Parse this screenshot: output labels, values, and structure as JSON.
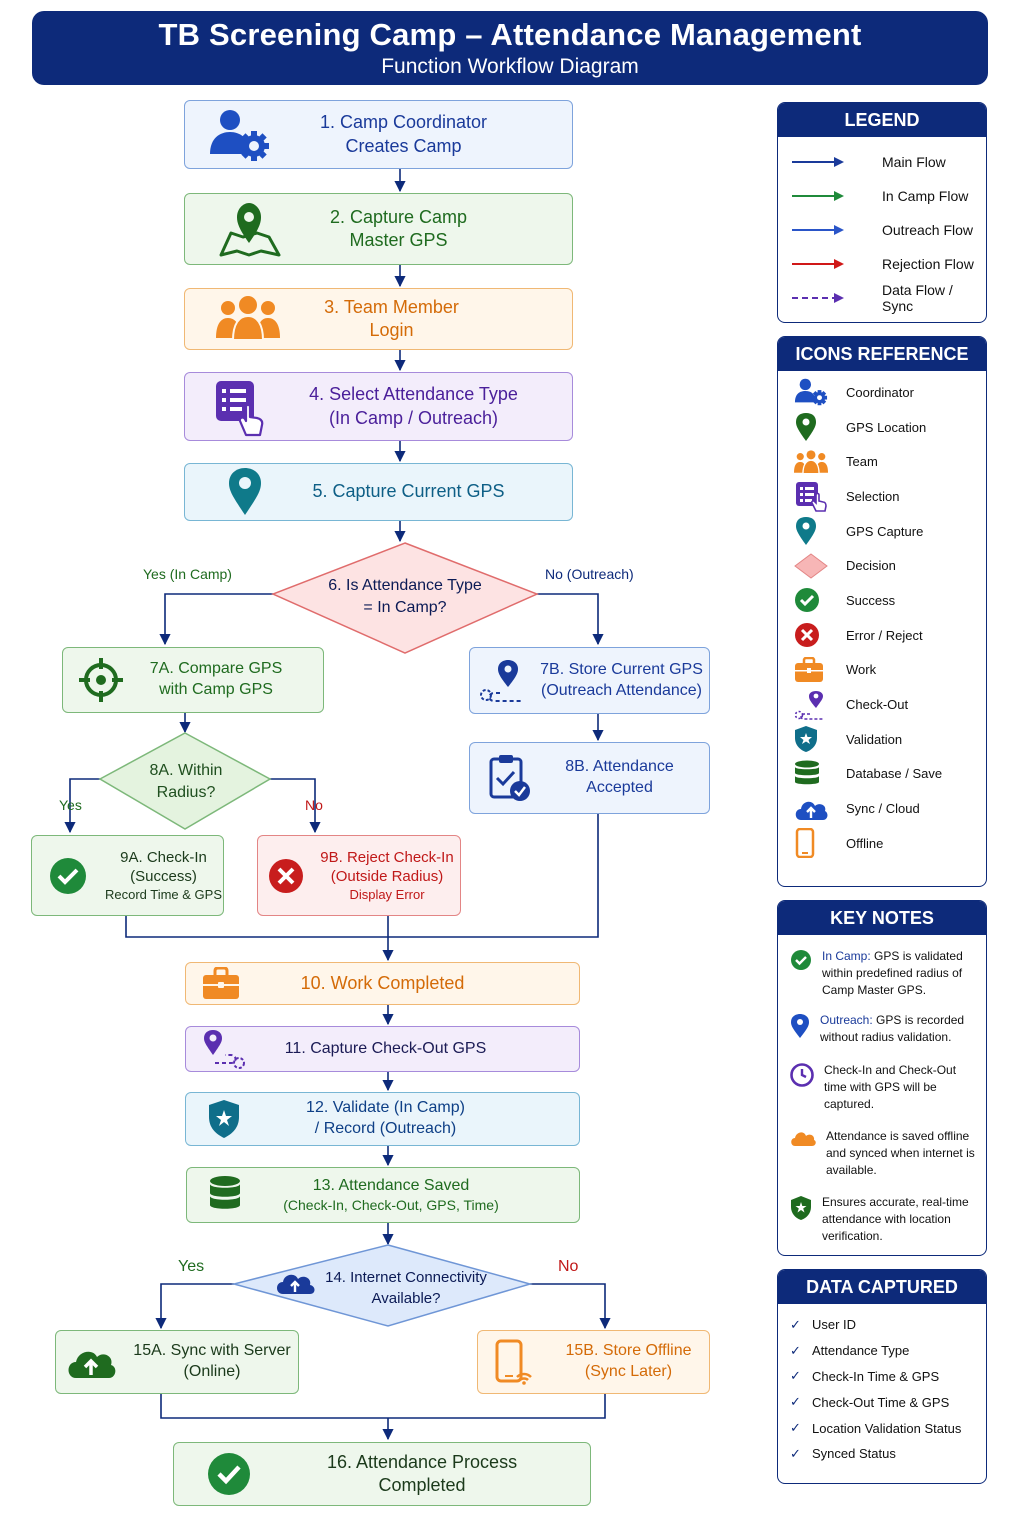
{
  "header": {
    "title": "TB Screening Camp – Attendance Management",
    "subtitle": "Function Workflow Diagram"
  },
  "steps": {
    "s1": [
      "1. Camp Coordinator",
      "Creates Camp"
    ],
    "s2": [
      "2. Capture Camp",
      "Master GPS"
    ],
    "s3": [
      "3. Team Member",
      "Login"
    ],
    "s4": [
      "4. Select Attendance Type",
      "(In Camp / Outreach)"
    ],
    "s5": [
      "5. Capture Current GPS"
    ],
    "s6": [
      "6. Is Attendance Type",
      "= In Camp?"
    ],
    "s7a": [
      "7A. Compare GPS",
      "with Camp GPS"
    ],
    "s7b": [
      "7B. Store Current GPS",
      "(Outreach Attendance)"
    ],
    "s8a": [
      "8A. Within",
      "Radius?"
    ],
    "s8b": [
      "8B. Attendance",
      "Accepted"
    ],
    "s9a": [
      "9A. Check-In",
      "(Success)",
      "Record Time & GPS"
    ],
    "s9b": [
      "9B. Reject Check-In",
      "(Outside Radius)",
      "Display Error"
    ],
    "s10": [
      "10. Work Completed"
    ],
    "s11": [
      "11. Capture Check-Out GPS"
    ],
    "s12": [
      "12. Validate (In Camp)",
      "/ Record (Outreach)"
    ],
    "s13": [
      "13. Attendance Saved",
      "(Check-In, Check-Out, GPS, Time)"
    ],
    "s14": [
      "14. Internet Connectivity",
      "Available?"
    ],
    "s15a": [
      "15A. Sync with Server",
      "(Online)"
    ],
    "s15b": [
      "15B. Store Offline",
      "(Sync Later)"
    ],
    "s16": [
      "16. Attendance Process Completed"
    ]
  },
  "branches": {
    "yes_in_camp": "Yes (In Camp)",
    "no_outreach": "No (Outreach)",
    "yes": "Yes",
    "no": "No"
  },
  "legend": {
    "title": "LEGEND",
    "items": [
      {
        "label": "Main Flow",
        "color": "#1a3a9a",
        "style": "solid"
      },
      {
        "label": "In Camp Flow",
        "color": "#1f8a3a",
        "style": "solid"
      },
      {
        "label": "Outreach Flow",
        "color": "#2a55c8",
        "style": "solid"
      },
      {
        "label": "Rejection Flow",
        "color": "#d01818",
        "style": "solid"
      },
      {
        "label": "Data Flow / Sync",
        "color": "#5b2fb0",
        "style": "dashed"
      }
    ]
  },
  "icons_reference": {
    "title": "ICONS REFERENCE",
    "items": [
      {
        "label": "Coordinator",
        "icon": "coordinator-icon"
      },
      {
        "label": "GPS Location",
        "icon": "gps-location-icon"
      },
      {
        "label": "Team",
        "icon": "team-icon"
      },
      {
        "label": "Selection",
        "icon": "selection-icon"
      },
      {
        "label": "GPS Capture",
        "icon": "gps-capture-icon"
      },
      {
        "label": "Decision",
        "icon": "decision-icon"
      },
      {
        "label": "Success",
        "icon": "success-icon"
      },
      {
        "label": "Error / Reject",
        "icon": "error-icon"
      },
      {
        "label": "Work",
        "icon": "briefcase-icon"
      },
      {
        "label": "Check-Out",
        "icon": "check-out-icon"
      },
      {
        "label": "Validation",
        "icon": "shield-icon"
      },
      {
        "label": "Database / Save",
        "icon": "database-icon"
      },
      {
        "label": "Sync / Cloud",
        "icon": "cloud-upload-icon"
      },
      {
        "label": "Offline",
        "icon": "phone-icon"
      }
    ]
  },
  "key_notes": {
    "title": "KEY NOTES",
    "items": [
      {
        "lead": "In Camp:",
        "text": "GPS is validated within predefined radius of Camp Master GPS.",
        "icon": "success-icon"
      },
      {
        "lead": "Outreach:",
        "text": "GPS is recorded without radius validation.",
        "icon": "gps-pin-icon"
      },
      {
        "lead": "",
        "text": "Check-In and Check-Out time with GPS will be captured.",
        "icon": "clock-icon"
      },
      {
        "lead": "",
        "text": "Attendance is saved offline and synced when internet is available.",
        "icon": "cloud-icon"
      },
      {
        "lead": "",
        "text": "Ensures accurate, real-time attendance with location verification.",
        "icon": "shield-icon"
      }
    ]
  },
  "data_captured": {
    "title": "DATA CAPTURED",
    "items": [
      "User ID",
      "Attendance Type",
      "Check-In Time & GPS",
      "Check-Out Time & GPS",
      "Location Validation Status",
      "Synced Status"
    ]
  }
}
